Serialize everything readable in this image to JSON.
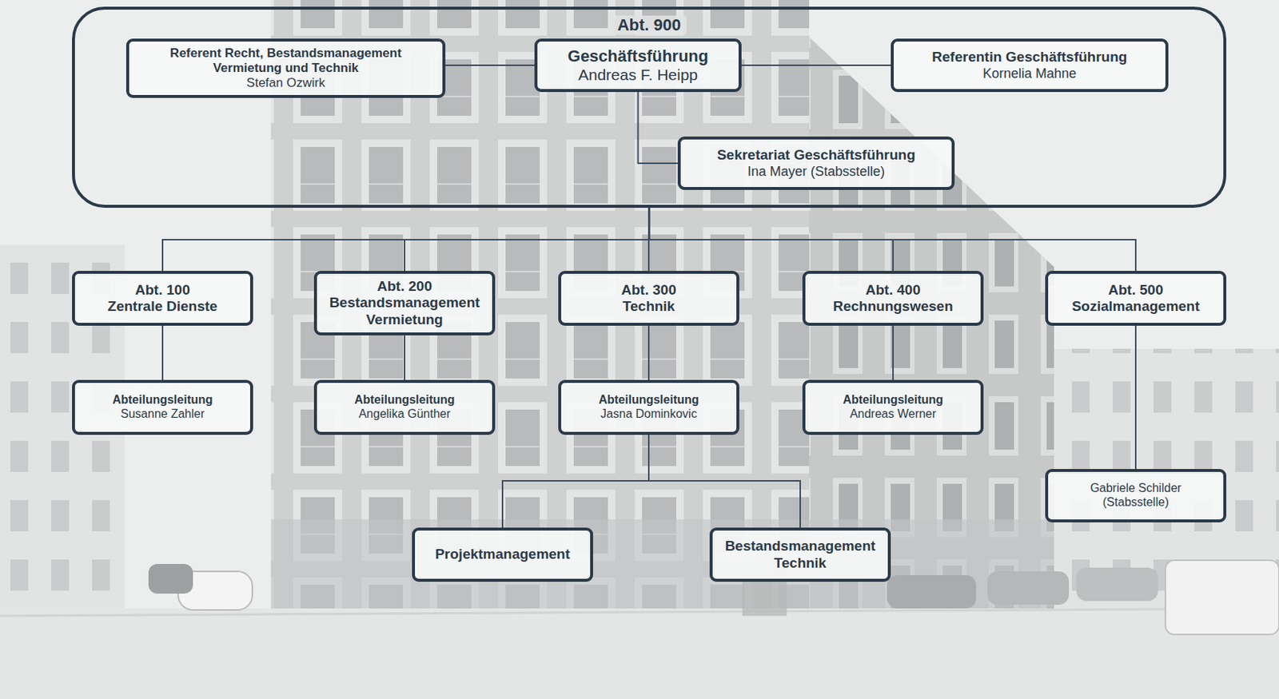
{
  "diagram": {
    "nodes": [
      {
        "text": [
          "Abt. 900"
        ]
      },
      {
        "text": [
          "Referent Recht, Bestandsmanagement Vermietung und Technik",
          "Stefan Ozwirk"
        ],
        "in": 0
      },
      {
        "text": [
          "Geschäftsführung",
          "Andreas F. Heipp"
        ],
        "in": 0
      },
      {
        "text": [
          "Referentin Geschäftsführung",
          "Kornelia Mahne"
        ],
        "in": 0
      },
      {
        "text": [
          "Sekretariat Geschäftsführung",
          "Ina Mayer (Stabsstelle)"
        ],
        "in": 0
      },
      {
        "text": [
          "Abt. 100",
          "Zentrale Dienste"
        ]
      },
      {
        "text": [
          "Abt. 200",
          "Bestandsmanagement Vermietung"
        ]
      },
      {
        "text": [
          "Abt. 300",
          "Technik"
        ]
      },
      {
        "text": [
          "Abt. 400",
          "Rechnungswesen"
        ]
      },
      {
        "text": [
          "Abt. 500",
          "Sozialmanagement"
        ]
      },
      {
        "text": [
          "Abteilungsleitung",
          "Susanne Zahler"
        ]
      },
      {
        "text": [
          "Abteilungsleitung",
          "Angelika Günther"
        ]
      },
      {
        "text": [
          "Abteilungsleitung",
          "Jasna Dominkovic"
        ]
      },
      {
        "text": [
          "Abteilungsleitung",
          "Andreas Werner"
        ]
      },
      {
        "text": [
          "Gabriele Schilder (Stabsstelle)"
        ]
      },
      {
        "text": [
          "Projektmanagement"
        ]
      },
      {
        "text": [
          "Bestandsmanagement Technik"
        ]
      }
    ],
    "edges": [
      {
        "from": 2,
        "to": 1,
        "arrow": "none"
      },
      {
        "from": 2,
        "to": 3,
        "arrow": "none"
      },
      {
        "from": 2,
        "to": 4,
        "arrow": "none"
      },
      {
        "from": 0,
        "to": 5,
        "arrow": "none"
      },
      {
        "from": 0,
        "to": 6,
        "arrow": "none"
      },
      {
        "from": 0,
        "to": 7,
        "arrow": "none"
      },
      {
        "from": 0,
        "to": 8,
        "arrow": "none"
      },
      {
        "from": 0,
        "to": 9,
        "arrow": "none"
      },
      {
        "from": 5,
        "to": 10,
        "arrow": "none"
      },
      {
        "from": 6,
        "to": 11,
        "arrow": "none"
      },
      {
        "from": 7,
        "to": 12,
        "arrow": "none"
      },
      {
        "from": 8,
        "to": 13,
        "arrow": "none"
      },
      {
        "from": 9,
        "to": 14,
        "arrow": "none"
      },
      {
        "from": 12,
        "to": 15,
        "arrow": "none"
      },
      {
        "from": 12,
        "to": 16,
        "arrow": "none"
      }
    ]
  }
}
